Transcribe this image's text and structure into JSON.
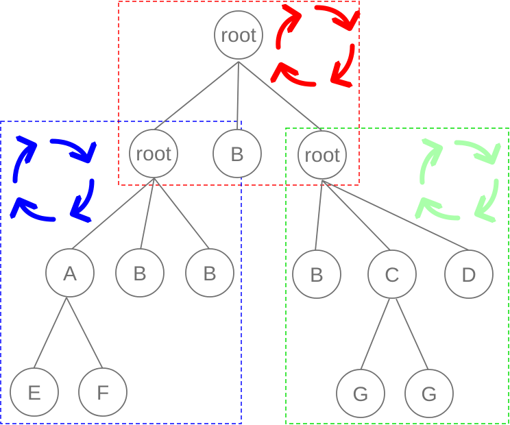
{
  "colors": {
    "red": "#ff0000",
    "blue": "#0000ff",
    "green": "#00dd00",
    "light_green": "#aaffaa",
    "node_stroke": "#707070",
    "edge": "#707070"
  },
  "regions": [
    {
      "id": "red-region",
      "color": "red",
      "icon": "cycle-arrows-icon"
    },
    {
      "id": "blue-region",
      "color": "blue",
      "icon": "cycle-arrows-icon"
    },
    {
      "id": "green-region",
      "color": "light_green",
      "icon": "cycle-arrows-icon"
    }
  ],
  "nodes": {
    "root_top": "root",
    "root_left": "root",
    "b_mid": "B",
    "root_right": "root",
    "a": "A",
    "b_l1": "B",
    "b_l2": "B",
    "b_r": "B",
    "c": "C",
    "d": "D",
    "e": "E",
    "f": "F",
    "g1": "G",
    "g2": "G"
  }
}
